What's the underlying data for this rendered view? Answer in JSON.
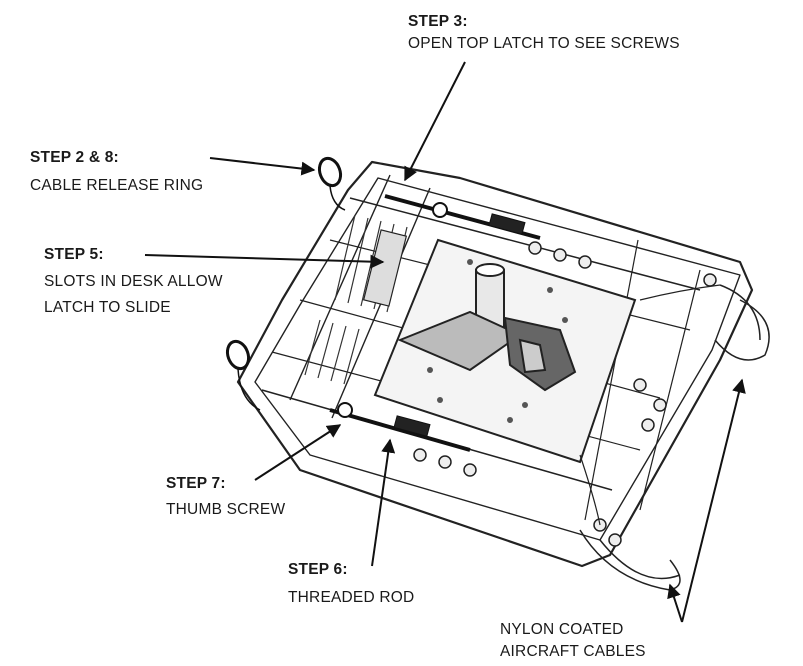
{
  "labels": {
    "step3": {
      "title": "STEP 3:",
      "text": "OPEN TOP LATCH TO SEE SCREWS"
    },
    "step2_8": {
      "title": "STEP 2 & 8:",
      "text": "CABLE RELEASE RING"
    },
    "step5": {
      "title": "STEP 5:",
      "text_1": "SLOTS IN DESK ALLOW",
      "text_2": "LATCH TO SLIDE"
    },
    "step7": {
      "title": "STEP 7:",
      "text": "THUMB SCREW"
    },
    "step6": {
      "title": "STEP 6:",
      "text": "THREADED ROD"
    },
    "cables": {
      "text_1": "NYLON COATED",
      "text_2": "AIRCRAFT CABLES"
    }
  }
}
